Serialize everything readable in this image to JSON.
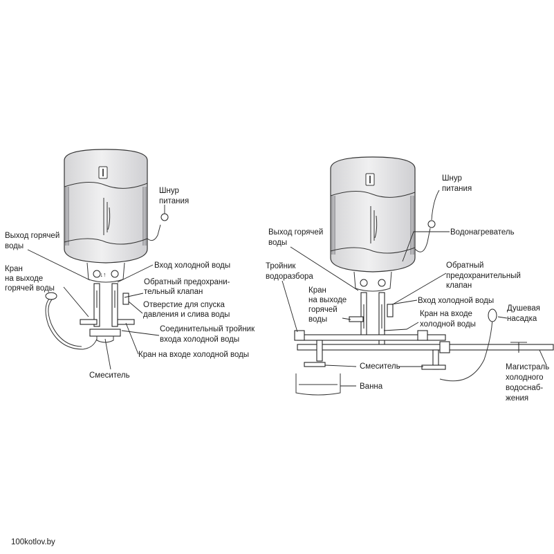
{
  "left": {
    "labels": {
      "cord": [
        "Шнур",
        "питания"
      ],
      "hot_out": [
        "Выход горячей",
        "воды"
      ],
      "tap_hot": [
        "Кран",
        "на выходе",
        "горячей воды"
      ],
      "cold_in": [
        "Вход холодной воды"
      ],
      "safety_valve": [
        "Обратный предохрани-",
        "тельный клапан"
      ],
      "drain": [
        "Отверстие для спуска",
        "давления и слива воды"
      ],
      "tee": [
        "Соединительный тройник",
        "входа холодной воды"
      ],
      "tap_cold": [
        "Кран на входе холодной воды"
      ],
      "mixer": [
        "Смеситель"
      ]
    }
  },
  "right": {
    "labels": {
      "cord": [
        "Шнур",
        "питания"
      ],
      "heater": [
        "Водонагреватель"
      ],
      "hot_out": [
        "Выход горячей",
        "воды"
      ],
      "safety_valve": [
        "Обратный",
        "предохранительный",
        "клапан"
      ],
      "tee": [
        "Тройник",
        "водоразбора"
      ],
      "cold_in": [
        "Вход холодной воды"
      ],
      "tap_hot": [
        "Кран",
        "на выходе",
        "горячей",
        "воды"
      ],
      "tap_cold": [
        "Кран на входе",
        "холодной воды"
      ],
      "shower": [
        "Душевая",
        "насадка"
      ],
      "mixer": [
        "Смеситель"
      ],
      "bath": [
        "Ванна"
      ],
      "main": [
        "Магистраль",
        "холодного",
        "водоснаб-",
        "жения"
      ]
    }
  },
  "watermark": "100kotlov.by",
  "colors": {
    "tank": "#e6e6e8",
    "band": "#a8a8ac",
    "line": "#222222"
  }
}
